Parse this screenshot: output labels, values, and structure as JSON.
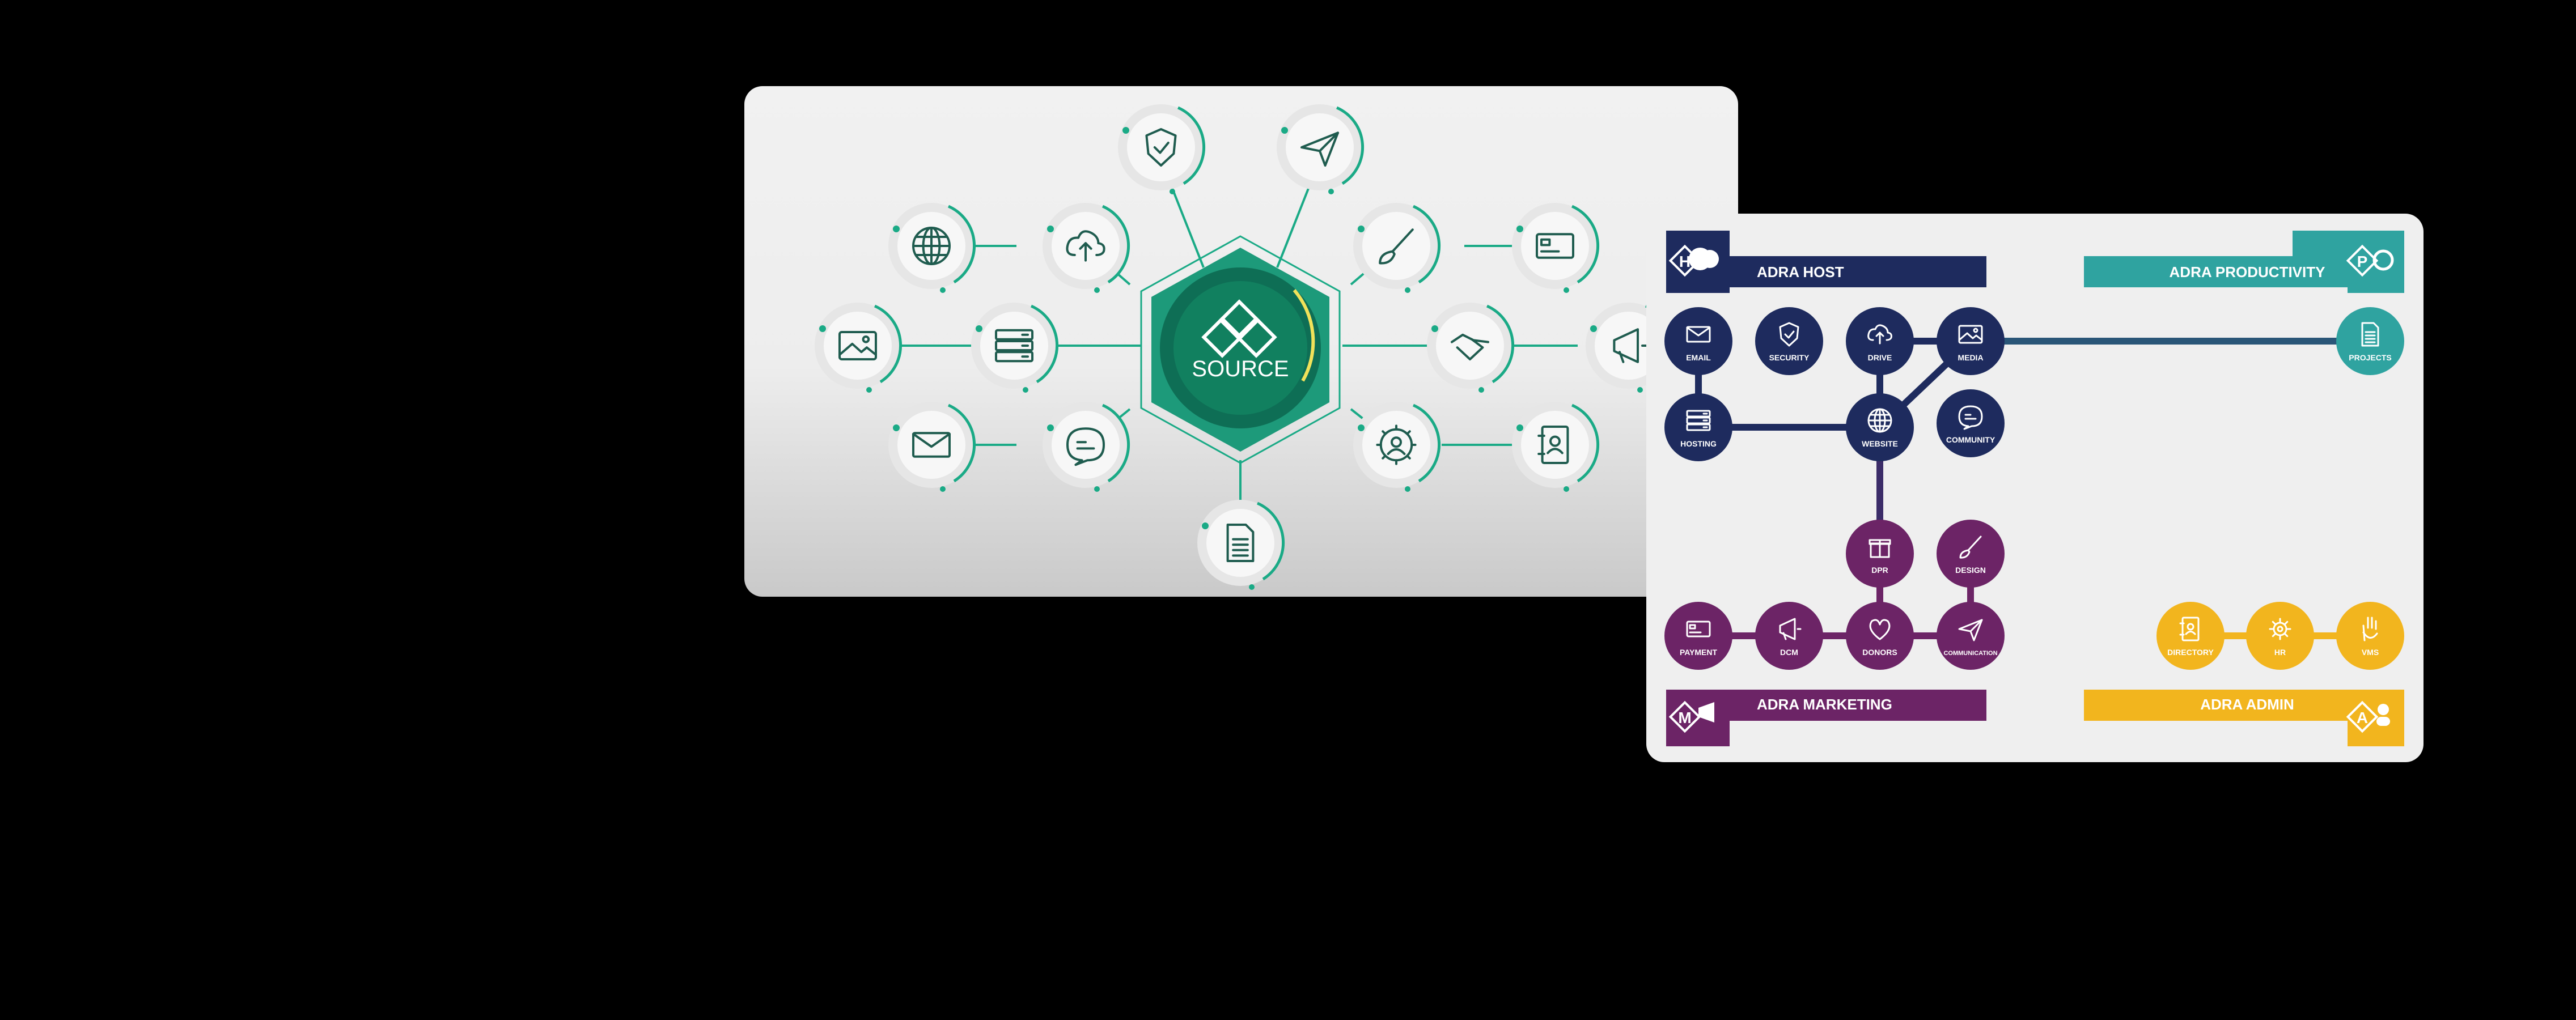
{
  "source": {
    "center_label": "SOURCE",
    "nodes": [
      {
        "icon": "shield-check-icon"
      },
      {
        "icon": "paper-plane-icon"
      },
      {
        "icon": "globe-icon"
      },
      {
        "icon": "cloud-upload-icon"
      },
      {
        "icon": "paintbrush-icon"
      },
      {
        "icon": "credit-card-icon"
      },
      {
        "icon": "image-icon"
      },
      {
        "icon": "server-icon"
      },
      {
        "icon": "handshake-icon"
      },
      {
        "icon": "megaphone-icon"
      },
      {
        "icon": "mail-icon"
      },
      {
        "icon": "chat-icon"
      },
      {
        "icon": "gear-user-icon"
      },
      {
        "icon": "address-book-icon"
      },
      {
        "icon": "document-icon"
      }
    ],
    "colors": {
      "accent": "#1aaa86",
      "hex_dark": "#0e6e55",
      "hex_mid": "#1d9a7a",
      "arc": "#f0e25a"
    }
  },
  "adra": {
    "groups": {
      "host": {
        "title": "ADRA HOST",
        "badge": "H",
        "color": "#1e2b5e"
      },
      "productivity": {
        "title": "ADRA PRODUCTIVITY",
        "badge": "P",
        "color": "#2fa3a0"
      },
      "marketing": {
        "title": "ADRA MARKETING",
        "badge": "M",
        "color": "#6c2466"
      },
      "admin": {
        "title": "ADRA ADMIN",
        "badge": "A",
        "color": "#f2b51e"
      }
    },
    "nodes": {
      "email": "EMAIL",
      "security": "SECURITY",
      "drive": "DRIVE",
      "media": "MEDIA",
      "projects": "PROJECTS",
      "hosting": "HOSTING",
      "website": "WEBSITE",
      "community": "COMMUNITY",
      "dpr": "DPR",
      "design": "DESIGN",
      "payment": "PAYMENT",
      "dcm": "DCM",
      "donors": "DONORS",
      "communication": "COMMUNICATION",
      "directory": "DIRECTORY",
      "hr": "HR",
      "vms": "VMS"
    }
  }
}
